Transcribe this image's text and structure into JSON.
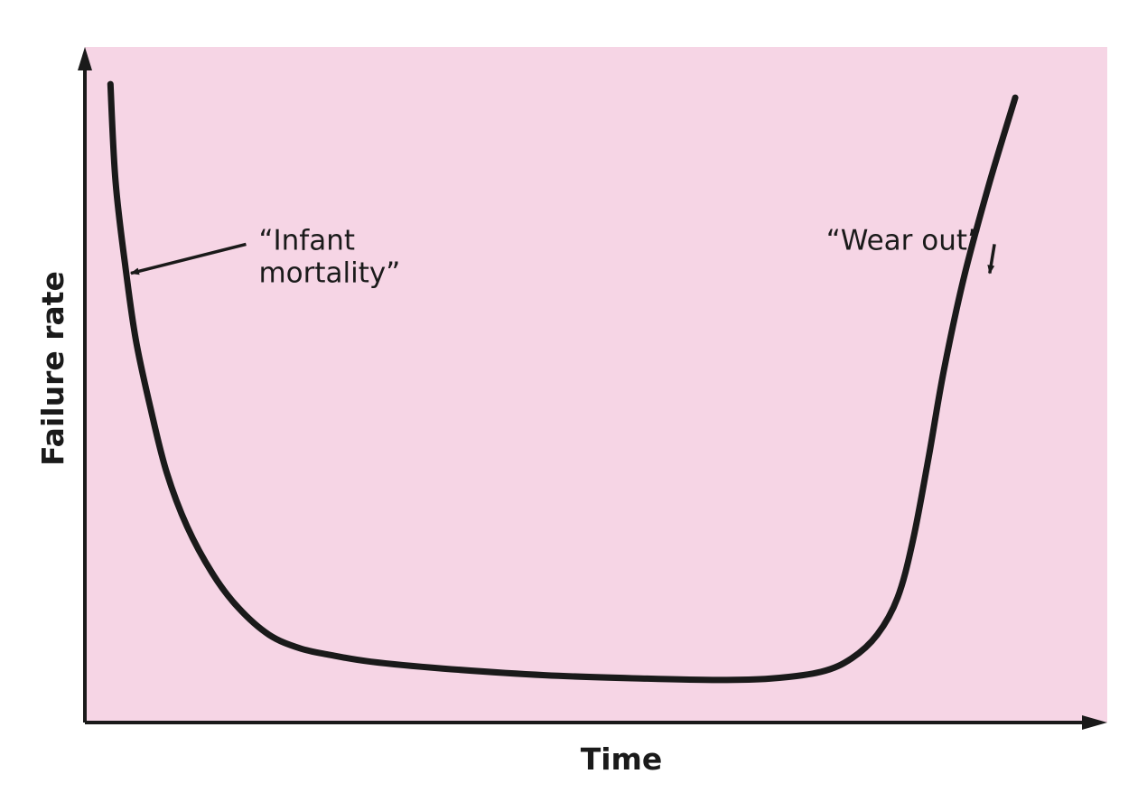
{
  "chart_data": {
    "type": "line",
    "xlabel": "Time",
    "ylabel": "Failure rate",
    "xlim": [
      0,
      100
    ],
    "ylim": [
      0,
      100
    ],
    "grid": false,
    "colors": {
      "plot_background": "#f6d5e5",
      "curve": "#1a1a1a",
      "axes": "#1a1a1a"
    },
    "series": [
      {
        "x": [
          2.5,
          3.0,
          4.0,
          5.0,
          6.5,
          8.0,
          10.0,
          12.5,
          15.0,
          18.0,
          21.0,
          24.0,
          28.0,
          35.0,
          45.0,
          55.0,
          62.0,
          67.0,
          72.0,
          75.0,
          77.5,
          79.5,
          81.0,
          82.5,
          84.0,
          86.0,
          88.5,
          91.0
        ],
        "y": [
          94.5,
          80.0,
          67.0,
          56.5,
          46.0,
          37.0,
          29.0,
          22.0,
          17.0,
          13.0,
          11.0,
          10.0,
          9.0,
          8.0,
          7.0,
          6.5,
          6.3,
          6.5,
          7.5,
          9.5,
          13.0,
          18.5,
          27.0,
          39.0,
          52.0,
          66.0,
          80.0,
          92.5
        ]
      }
    ],
    "annotations": [
      {
        "lines": [
          "“Infant",
          "mortality”"
        ],
        "x": 17,
        "y": 70,
        "arrow_to": [
          4.5,
          66.5
        ]
      },
      {
        "lines": [
          "“Wear out”"
        ],
        "x": 72.5,
        "y": 70,
        "arrow_to": [
          88.5,
          66.5
        ]
      }
    ]
  }
}
